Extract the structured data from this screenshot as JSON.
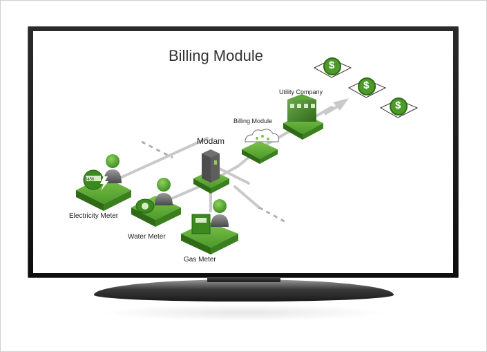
{
  "diagram": {
    "title": "Billing Module",
    "nodes": {
      "electricity_meter": {
        "label": "Electricity Meter",
        "display": "0456"
      },
      "water_meter": {
        "label": "Water Meter"
      },
      "gas_meter": {
        "label": "Gas Meter"
      },
      "modam": {
        "label": "Modam"
      },
      "billing_module": {
        "label": "Billing Module"
      },
      "utility_company": {
        "label": "Utility Company"
      }
    },
    "payments": [
      "$",
      "$",
      "$"
    ],
    "colors": {
      "green": "#4c9a2a",
      "green_dark": "#2f6b17",
      "green_light": "#7cc34a",
      "line": "#c9c9c9",
      "bezel": "#111111"
    }
  }
}
